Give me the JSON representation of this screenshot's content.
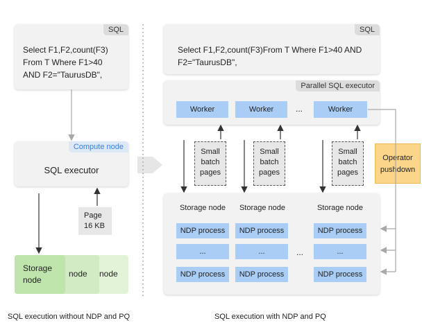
{
  "left": {
    "sql_tag": "SQL",
    "sql_line1": "Select F1,F2,count(F3)",
    "sql_line2": "From T Where F1>40",
    "sql_line3": "AND F2=\"TaurusDB\",",
    "compute_tag": "Compute node",
    "executor_label": "SQL executor",
    "page_line1": "Page",
    "page_line2": "16 KB",
    "storage_label_1a": "Storage",
    "storage_label_1b": "node",
    "storage_label_2": "node",
    "storage_label_3": "node",
    "caption": "SQL execution without NDP and PQ"
  },
  "right": {
    "sql_tag": "SQL",
    "sql_line1": "Select F1,F2,count(F3)From T Where F1>40 AND",
    "sql_line2": "F2=\"TaurusDB\",",
    "parallel_tag": "Parallel SQL executor",
    "worker_label": "Worker",
    "ellipsis": "...",
    "pages_line1": "Small",
    "pages_line2": "batch",
    "pages_line3": "pages",
    "operator_line1": "Operator",
    "operator_line2": "pushdown",
    "storage_node_label": "Storage node",
    "ndp_label": "NDP process",
    "caption": "SQL execution with NDP and PQ"
  },
  "colors": {
    "panel": "#f2f2f2",
    "tag": "#dcdcdc",
    "worker": "#a9cdf5",
    "compute_tag_text": "#3b7fd8",
    "green_dark": "#bfe5ad",
    "green_light": "#e3f3d8",
    "operator": "#fbd68a"
  }
}
